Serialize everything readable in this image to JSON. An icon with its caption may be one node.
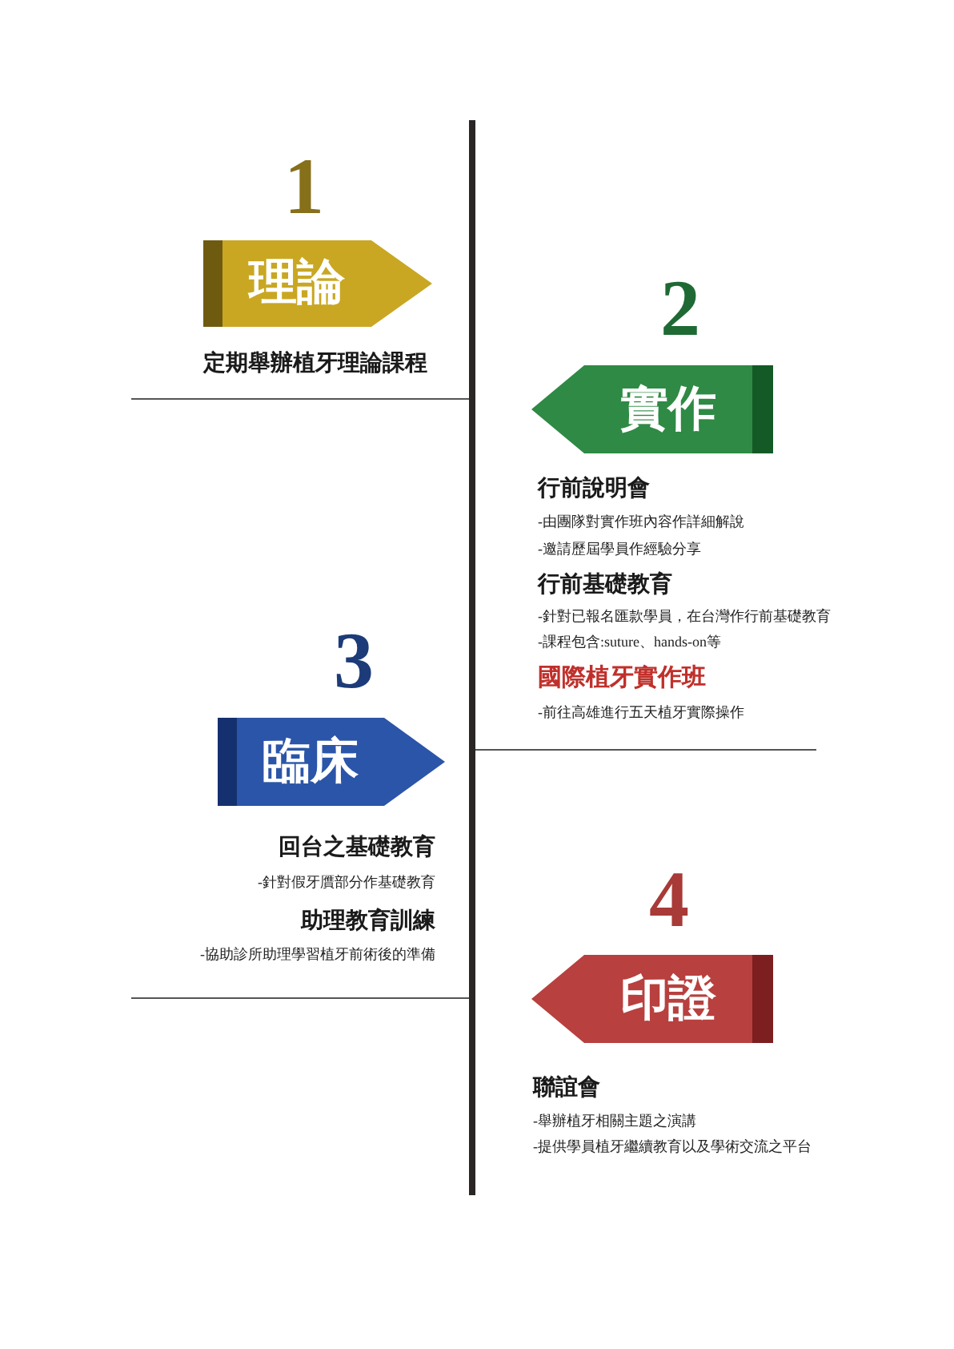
{
  "diagram": {
    "nodes": [
      {
        "text": [
          "理論"
        ],
        "beside": [
          "1",
          "定期舉辦植牙理論課程"
        ]
      },
      {
        "text": [
          "實作"
        ],
        "beside": [
          "2",
          "行前說明會",
          "-由團隊對實作班內容作詳細解說",
          "-邀請歷屆學員作經驗分享",
          "行前基礎教育",
          "-針對已報名匯款學員，在台灣作行前基礎教育",
          "-課程包含:suture、hands-on等",
          "國際植牙實作班",
          "-前往高雄進行五天植牙實際操作"
        ]
      },
      {
        "text": [
          "臨床"
        ],
        "beside": [
          "3",
          "回台之基礎教育",
          "-針對假牙贋部分作基礎教育",
          "助理教育訓練",
          "-協助診所助理學習植牙前術後的準備"
        ]
      },
      {
        "text": [
          "印證"
        ],
        "beside": [
          "4",
          "聯誼會",
          "-舉辦植牙相關主題之演講",
          "-提供學員植牙繼續教育以及學術交流之平台"
        ]
      }
    ]
  }
}
